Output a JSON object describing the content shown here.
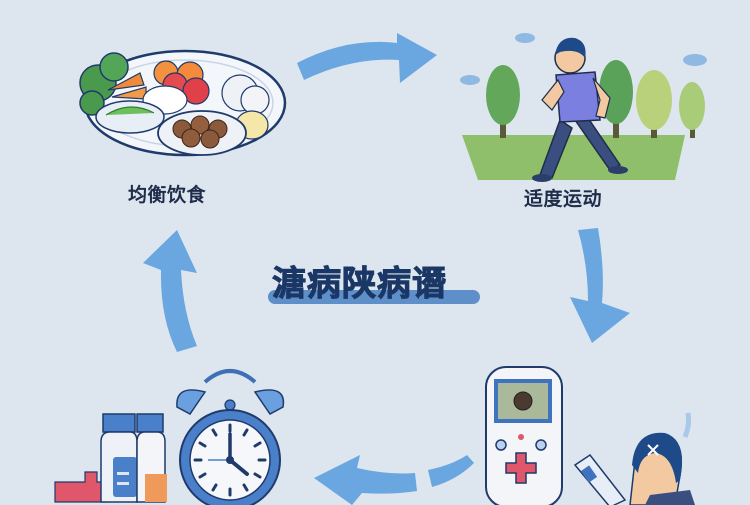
{
  "title": "溏病陕病谮",
  "colors": {
    "background": "#dde6ef",
    "arrow": "#6aa6e0",
    "title_text": "#1b3766",
    "title_underline": "#5f8fc9",
    "label_text": "#1f2d4a",
    "grass": "#8fbf6a",
    "shirt": "#7b7fe0",
    "pants": "#3a4f80",
    "clock_blue": "#4a7fc9",
    "cross_red": "#e0566a"
  },
  "nodes": [
    {
      "id": "diet",
      "label": "均衡饮食",
      "icon": "food-plate-icon",
      "position": "top-left"
    },
    {
      "id": "exercise",
      "label": "适度运动",
      "icon": "walking-man-icon",
      "position": "top-right"
    },
    {
      "id": "monitor",
      "label": "",
      "icon": "glucose-meter-icon",
      "position": "bottom-right"
    },
    {
      "id": "medication",
      "label": "",
      "icon": "medicine-clock-icon",
      "position": "bottom-left"
    }
  ],
  "arrows": [
    {
      "from": "diet",
      "to": "exercise",
      "direction": "right"
    },
    {
      "from": "exercise",
      "to": "monitor",
      "direction": "down"
    },
    {
      "from": "monitor",
      "to": "medication",
      "direction": "left"
    },
    {
      "from": "medication",
      "to": "diet",
      "direction": "up"
    }
  ]
}
